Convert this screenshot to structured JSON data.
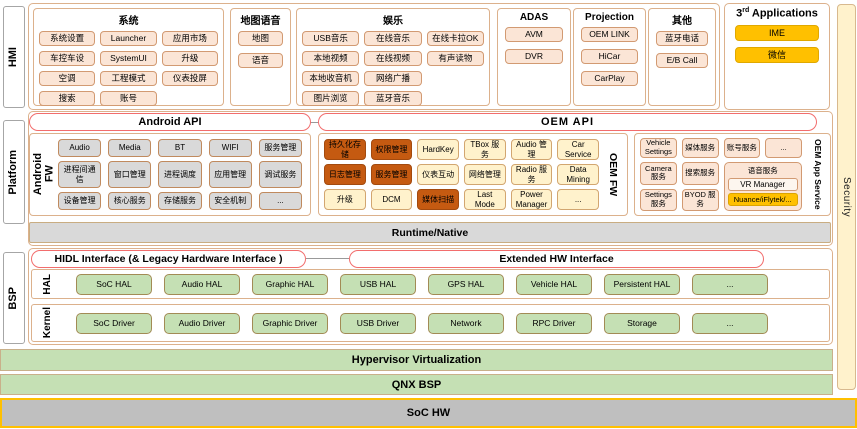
{
  "hmi": {
    "label": "HMI",
    "groups": [
      {
        "title": "系统",
        "rows": [
          [
            "系统设置",
            "Launcher",
            "应用市场"
          ],
          [
            "车控车设",
            "SystemUI",
            "升级"
          ],
          [
            "空调",
            "工程模式",
            "仪表投屏"
          ],
          [
            "搜索",
            "账号"
          ]
        ]
      },
      {
        "title": "地图语音",
        "rows": [
          [
            "地图"
          ],
          [
            "语音"
          ]
        ]
      },
      {
        "title": "娱乐",
        "rows": [
          [
            "USB音乐",
            "在线音乐",
            "在线卡拉OK"
          ],
          [
            "本地视频",
            "在线视频",
            "有声读物"
          ],
          [
            "本地收音机",
            "网络广播"
          ],
          [
            "图片浏览",
            "蓝牙音乐"
          ]
        ]
      },
      {
        "title": "ADAS",
        "rows": [
          [
            "AVM"
          ],
          [
            "DVR"
          ]
        ]
      },
      {
        "title": "Projection",
        "rows": [
          [
            "OEM LINK"
          ],
          [
            "HiCar"
          ],
          [
            "CarPlay"
          ]
        ]
      },
      {
        "title": "其他",
        "rows": [
          [
            "蓝牙电话"
          ],
          [
            "E/B Call"
          ]
        ]
      }
    ],
    "third_apps": {
      "prefix": "3",
      "sup": "rd",
      "rest": " Applications",
      "items": [
        "IME",
        "微信"
      ]
    }
  },
  "security": {
    "label": "Security"
  },
  "platform": {
    "label": "Platform",
    "android_api": "Android API",
    "oem_api": "OEM API",
    "android_fw": {
      "label": "Android\nFW",
      "items": [
        "Audio",
        "Media",
        "BT",
        "WIFI",
        "服务管理",
        "进程间通信",
        "窗口管理",
        "进程调度",
        "应用管理",
        "调试服务",
        "设备管理",
        "核心服务",
        "存储服务",
        "安全机制",
        "..."
      ]
    },
    "oem_fw": {
      "label": "OEM FW",
      "items": [
        {
          "t": "持久化存储",
          "hl": 1
        },
        {
          "t": "权限管理",
          "hl": 1
        },
        {
          "t": "HardKey"
        },
        {
          "t": "TBox 服务"
        },
        {
          "t": "Audio 管理"
        },
        {
          "t": "Car Service"
        },
        {
          "t": "日志管理",
          "hl": 1
        },
        {
          "t": "服务管理",
          "hl": 1
        },
        {
          "t": "仪表互动"
        },
        {
          "t": "网络管理"
        },
        {
          "t": "Radio 服务"
        },
        {
          "t": "Data Mining"
        },
        {
          "t": "升级"
        },
        {
          "t": "DCM"
        },
        {
          "t": "媒体扫描",
          "hl": 1
        },
        {
          "t": "Last Mode"
        },
        {
          "t": "Power Manager"
        },
        {
          "t": "..."
        }
      ]
    },
    "oem_app_service": {
      "label": "OEM App Service",
      "items": [
        "Vehicle Settings",
        "媒体服务",
        "账号服务",
        "...",
        "Camera 服务",
        "搜索服务",
        "Settings 服务",
        "BYOD 服务"
      ],
      "voice": {
        "title": "语音服务",
        "vr": "VR Manager",
        "engine": "Nuance/iFlytek/..."
      }
    },
    "runtime": "Runtime/Native"
  },
  "bsp": {
    "label": "BSP",
    "hidl_header": "HIDL Interface (& Legacy Hardware Interface )",
    "extended_header": "Extended HW Interface",
    "hal": {
      "label": "HAL",
      "items": [
        "SoC HAL",
        "Audio HAL",
        "Graphic HAL",
        "USB HAL",
        "GPS HAL",
        "Vehicle HAL",
        "Persistent HAL",
        "..."
      ]
    },
    "kernel": {
      "label": "Kernel",
      "items": [
        "SoC Driver",
        "Audio Driver",
        "Graphic Driver",
        "USB Driver",
        "Network",
        "RPC Driver",
        "Storage",
        "..."
      ]
    }
  },
  "bottom": {
    "hypervisor": "Hypervisor Virtualization",
    "qnx": "QNX BSP",
    "soc": "SoC HW"
  },
  "colors": {
    "peach": "#FBE5D6",
    "cream": "#FFF2CC",
    "yellow": "#FFC000",
    "highlight_orange": "#C55A11",
    "gray": "#D9D9D9",
    "green": "#C5E0B4",
    "header_red_border": "#F26D6D",
    "soc_border": "#FFC000"
  }
}
